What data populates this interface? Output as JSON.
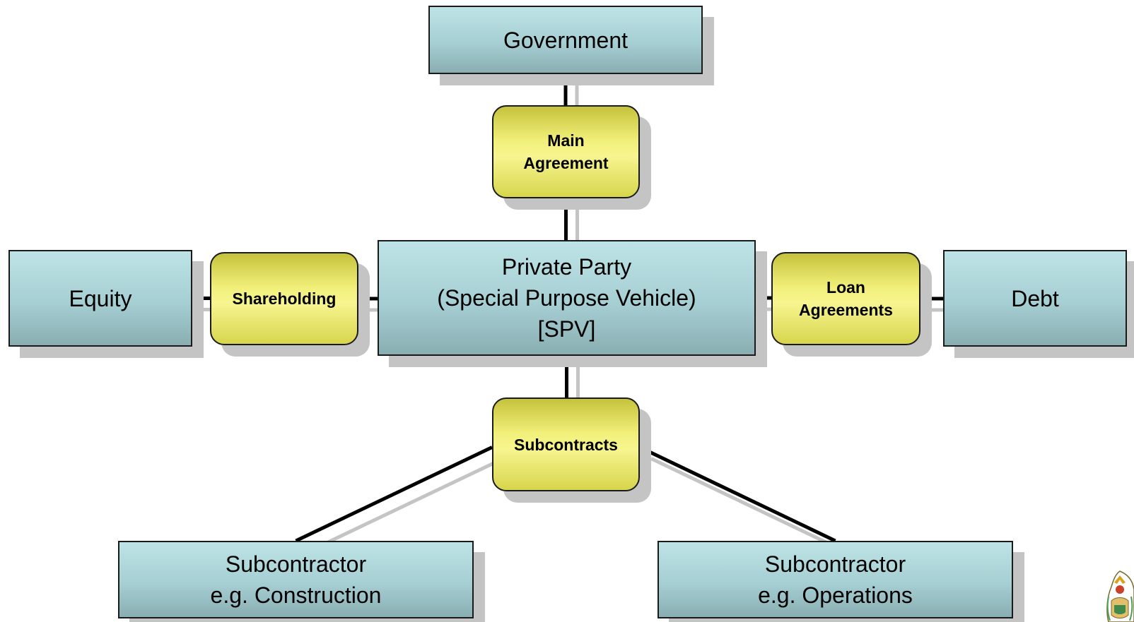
{
  "nodes": {
    "government": {
      "line1": "Government"
    },
    "main_agreement": {
      "line1": "Main",
      "line2": "Agreement"
    },
    "private_party": {
      "line1": "Private Party",
      "line2": "(Special Purpose Vehicle)",
      "line3": "[SPV]"
    },
    "equity": {
      "line1": "Equity"
    },
    "shareholding": {
      "line1": "Shareholding"
    },
    "loan_agreements": {
      "line1": "Loan",
      "line2": "Agreements"
    },
    "debt": {
      "line1": "Debt"
    },
    "subcontracts": {
      "line1": "Subcontracts"
    },
    "subcontractor_construction": {
      "line1": "Subcontractor",
      "line2": "e.g. Construction"
    },
    "subcontractor_operations": {
      "line1": "Subcontractor",
      "line2": "e.g. Operations"
    }
  },
  "edges": [
    {
      "from": "government",
      "to": "main_agreement"
    },
    {
      "from": "main_agreement",
      "to": "private_party"
    },
    {
      "from": "equity",
      "to": "shareholding"
    },
    {
      "from": "shareholding",
      "to": "private_party"
    },
    {
      "from": "private_party",
      "to": "loan_agreements"
    },
    {
      "from": "loan_agreements",
      "to": "debt"
    },
    {
      "from": "private_party",
      "to": "subcontracts"
    },
    {
      "from": "subcontracts",
      "to": "subcontractor_construction"
    },
    {
      "from": "subcontracts",
      "to": "subcontractor_operations"
    }
  ],
  "colors": {
    "entity_fill": "#a6cfd3",
    "agreement_fill": "#f2f07a",
    "connector": "#000000",
    "shadow": "#c4c4c4"
  },
  "logo": {
    "icon": "coat-of-arms-icon"
  }
}
